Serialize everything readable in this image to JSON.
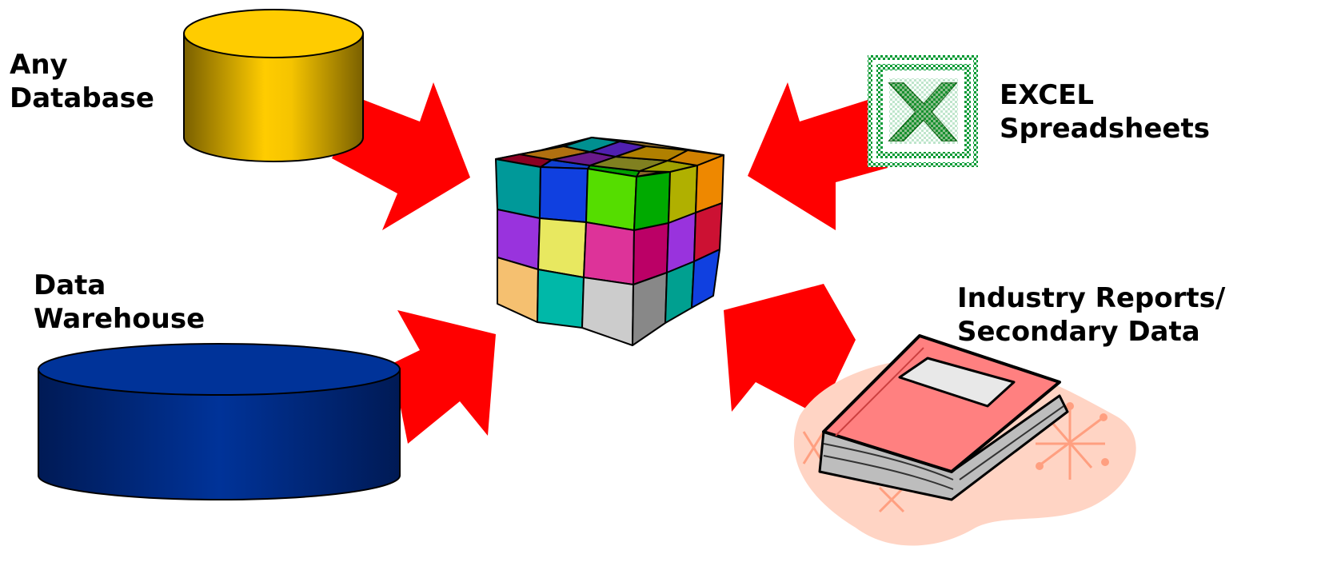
{
  "labels": {
    "any_database": [
      "Any",
      "Database"
    ],
    "data_warehouse": [
      "Data",
      "Warehouse"
    ],
    "excel": [
      "EXCEL",
      "Spreadsheets"
    ],
    "industry": [
      "Industry Reports/",
      "Secondary Data"
    ]
  },
  "icons": {
    "database": "database-cylinder-icon",
    "warehouse": "data-warehouse-cylinder-icon",
    "excel": "excel-icon",
    "reports": "book-icon",
    "cube": "data-cube-icon"
  },
  "colors": {
    "arrow": "#ff0000",
    "database": "#ffcc00",
    "warehouse": "#003399",
    "excel_green": "#009933",
    "book_cover": "#ff8080",
    "book_blob": "#ffd4c4"
  }
}
